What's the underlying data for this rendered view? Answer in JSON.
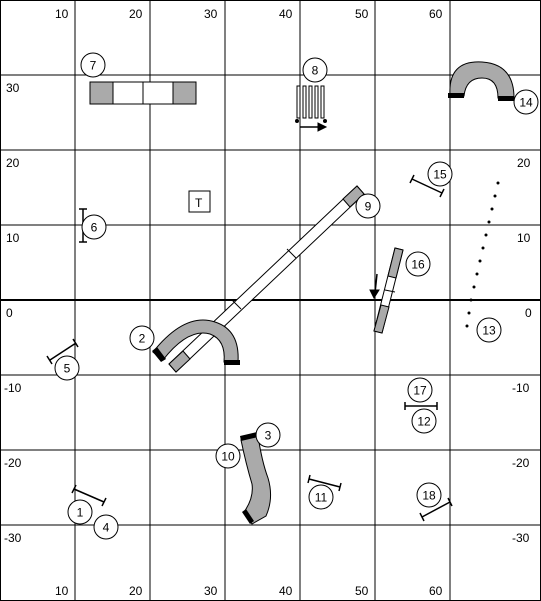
{
  "axis_labels": {
    "top": [
      "10",
      "20",
      "30",
      "40",
      "50",
      "60"
    ],
    "bottom": [
      "10",
      "20",
      "30",
      "40",
      "50",
      "60"
    ],
    "left": [
      "30",
      "20",
      "10",
      "0",
      "-10",
      "-20",
      "-30"
    ],
    "right": [
      "20",
      "10",
      "0",
      "-10",
      "-20",
      "-30"
    ]
  },
  "numbers": [
    "1",
    "2",
    "3",
    "4",
    "5",
    "6",
    "7",
    "8",
    "9",
    "10",
    "11",
    "12",
    "13",
    "14",
    "15",
    "16",
    "17",
    "18"
  ],
  "table_label": "T"
}
